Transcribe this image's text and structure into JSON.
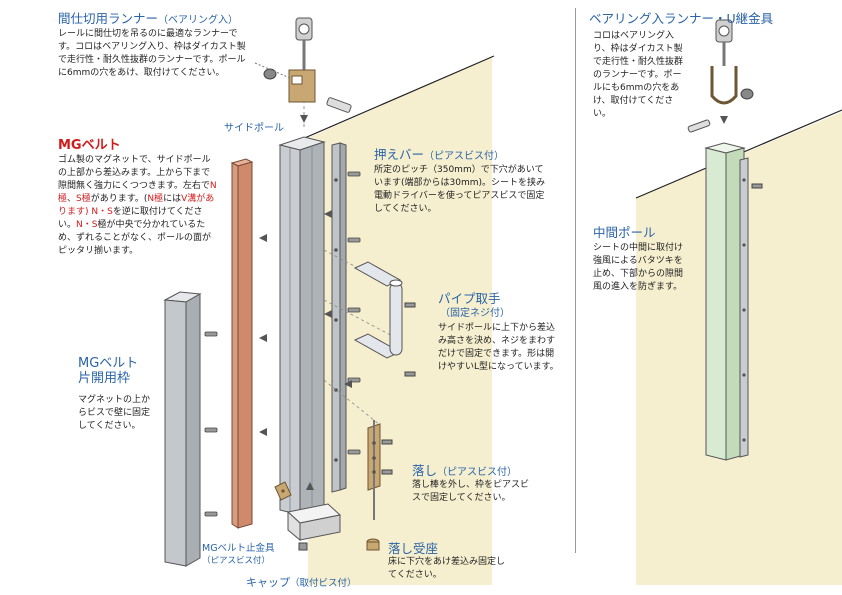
{
  "runner": {
    "title": "間仕切用ランナー",
    "title_note": "（ベアリング入）",
    "text": "レールに間仕切を吊るのに最適なランナーです。コロはベアリング入り、枠はダイカスト製で走行性・耐久性抜群のランナーです。ポールに6mmの穴をあけ、取付けてください。"
  },
  "mg_belt": {
    "title": "MGベルト",
    "text_1": "ゴム製のマグネットで、サイドポールの上部から差込みます。上から下まで隙間無く強力にくつつきます。左右で",
    "text_n": "N極",
    "text_2": "、",
    "text_s": "S極",
    "text_3": "があります。(",
    "text_n2": "N極",
    "text_4": "には",
    "text_v": "V溝があります) N・S",
    "text_5": "を逆に取付けてください。",
    "text_ns": "N・S",
    "text_6": "極が中央で分かれているため、ずれることがなく、ポールの面がピッタリ揃います。"
  },
  "side_pole_label": "サイドポール",
  "oshae_bar": {
    "title": "押えバー",
    "title_note": "（ピアスビス付）",
    "text": "所定のピッチ（350mm）で下穴があいています(端部からは30mm)。シートを挟み電動ドライバーを使ってピアスビスで固定してください。"
  },
  "pipe_handle": {
    "title": "パイプ取手",
    "title_note": "（固定ネジ付）",
    "text": "サイドポールに上下から差込み高さを決め、ネジをまわすだけで固定できます。形は開けやすいL型になっています。"
  },
  "mg_frame": {
    "title_1": "MGベルト",
    "title_2": "片開用枠",
    "text": "マグネットの上からビスで壁に固定してください。"
  },
  "otoshi": {
    "title": "落し",
    "title_note": "（ピアスビス付）",
    "text": "落し棒を外し、枠をピアスビスで固定してください。"
  },
  "otoshi_ukeza": {
    "title": "落し受座",
    "text": "床に下穴をあけ差込み固定してください。"
  },
  "mg_stopper": {
    "label": "MGベルト止金具",
    "note": "（ピアスビス付）"
  },
  "cap": {
    "label": "キャップ",
    "note": "（取付ビス付）"
  },
  "bearing_runner_u": {
    "title": "ベアリング入ランナー・U継金具",
    "text": "コロはベアリング入り、枠はダイカスト製で走行性・耐久性抜群のランナーです。ポールにも6mmの穴をあけ、取付けてください。"
  },
  "middle_pole": {
    "title": "中間ポール",
    "text": "シートの中間に取付け強風によるバタツキを止め、下部からの隙間風の進入を防ぎます。"
  },
  "colors": {
    "title_blue": "#2a63a8",
    "red": "#d11b1b",
    "wall": "#f5efcf",
    "pole": "#c9cdd1",
    "mg_belt": "#cf8a6c",
    "middle_pole": "#d9ead2"
  }
}
